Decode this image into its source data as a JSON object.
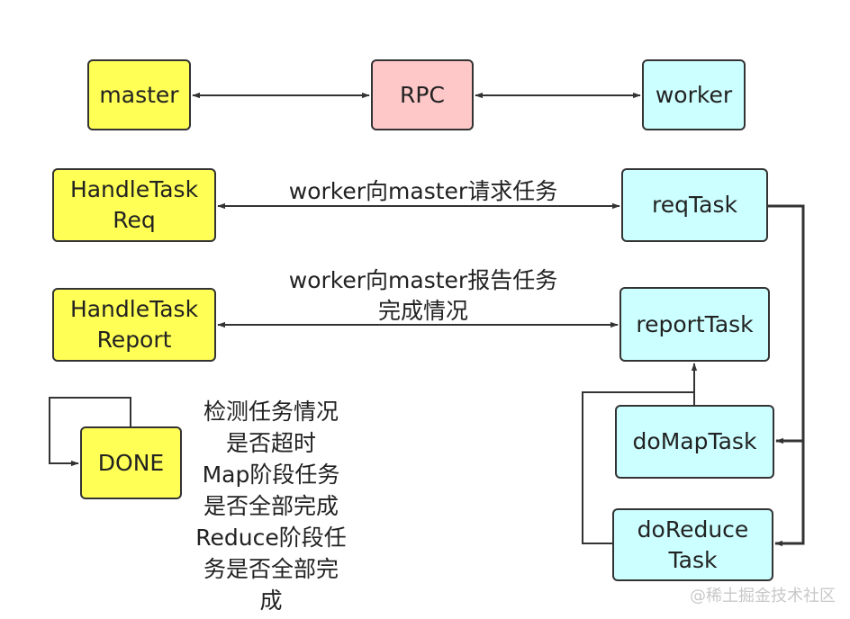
{
  "nodes": {
    "master": "master",
    "rpc": "RPC",
    "worker": "worker",
    "handle_task_req": "HandleTask\nReq",
    "req_task": "reqTask",
    "handle_task_report": "HandleTask\nReport",
    "report_task": "reportTask",
    "done": "DONE",
    "do_map_task": "doMapTask",
    "do_reduce_task": "doReduce\nTask"
  },
  "edge_labels": {
    "request": "worker向master请求任务",
    "report": "worker向master报告任务\n完成情况"
  },
  "note": "检测任务情况\n是否超时\nMap阶段任务\n是否全部完成\nReduce阶段任\n务是否全部完\n成",
  "watermark": "@稀土掘金技术社区",
  "colors": {
    "yellow": "#ffff55",
    "pink": "#ffc8c8",
    "cyan": "#ccffff",
    "stroke": "#333333"
  }
}
